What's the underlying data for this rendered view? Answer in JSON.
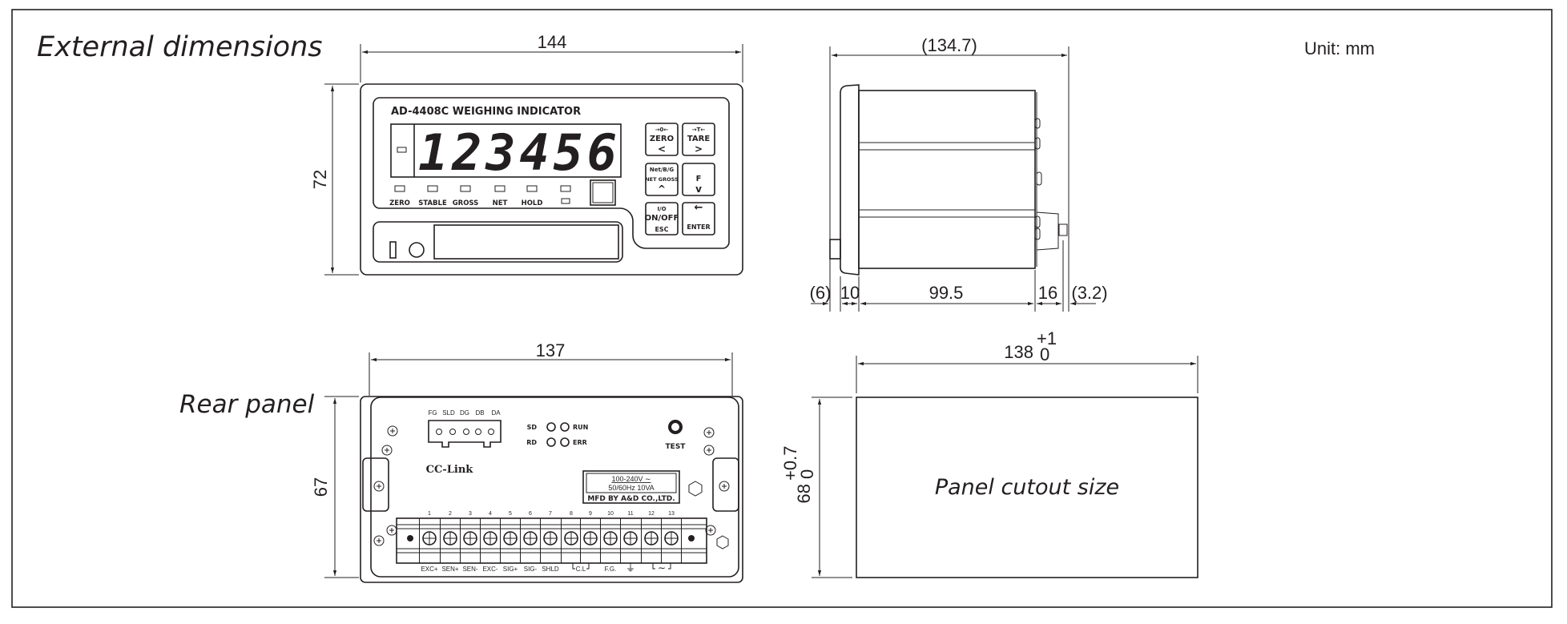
{
  "titles": {
    "external": "External dimensions",
    "rear": "Rear panel",
    "cutout": "Panel cutout size",
    "unit": "Unit: mm"
  },
  "front": {
    "width": "144",
    "height": "72",
    "model": "AD-4408C  WEIGHING  INDICATOR",
    "display": "123456",
    "leds": [
      "ZERO",
      "STABLE",
      "GROSS",
      "NET",
      "HOLD",
      "□"
    ],
    "keys": [
      {
        "top": "→0←",
        "mid": "ZERO",
        "bot": "<"
      },
      {
        "top": "→T←",
        "mid": "TARE",
        "bot": ">"
      },
      {
        "top": "Net/B/G",
        "mid": "NET GROSS",
        "bot": "^"
      },
      {
        "top": "",
        "mid": "F",
        "bot": "v"
      },
      {
        "top": "I/O",
        "mid": "ON/OFF",
        "bot": "ESC"
      },
      {
        "top": "←",
        "mid": "ENTER",
        "bot": ""
      }
    ]
  },
  "side": {
    "total": "(134.7)",
    "parts": [
      "(6)",
      "10",
      "99.5",
      "16",
      "(3.2)"
    ]
  },
  "rear": {
    "width": "137",
    "height": "67",
    "connector_pins": [
      "FG",
      "SLD",
      "DG",
      "DB",
      "DA"
    ],
    "status_leds": {
      "sd": "SD",
      "rd": "RD",
      "run": "RUN",
      "err": "ERR"
    },
    "test": "TEST",
    "logo": "CC-Link",
    "rating": [
      "100-240V ∼",
      "50/60Hz  10VA",
      "MFD BY A&D CO.,LTD."
    ],
    "terminal_numbers": [
      "1",
      "2",
      "3",
      "4",
      "5",
      "6",
      "7",
      "8",
      "9",
      "10",
      "11",
      "12",
      "13"
    ],
    "terminal_labels": [
      "EXC+",
      "SEN+",
      "SEN-",
      "EXC-",
      "SIG+",
      "SIG-",
      "SHLD",
      "C.L",
      "F.G.",
      "⏚",
      "∼"
    ]
  },
  "cutout": {
    "width": "138",
    "width_tol_plus": "+1",
    "width_tol_minus": "0",
    "height": "68",
    "height_tol_plus": "+0.7",
    "height_tol_minus": "0"
  }
}
